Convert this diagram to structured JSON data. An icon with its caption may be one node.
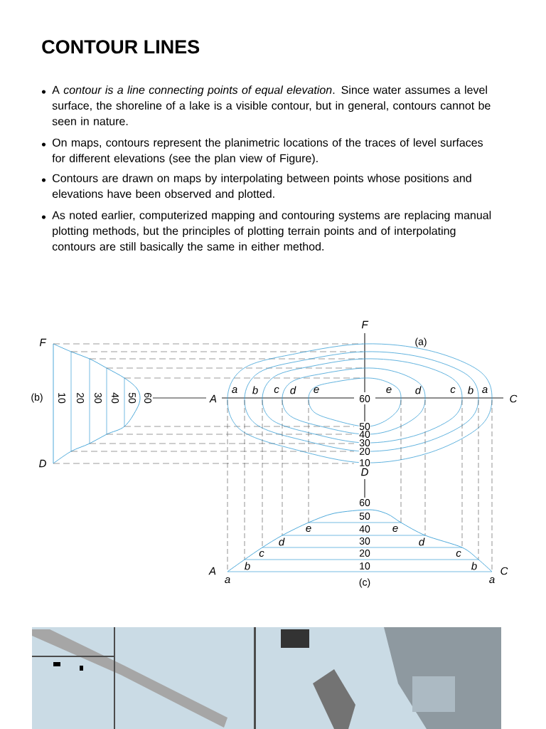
{
  "diagram": {
    "title": "CONTOUR LINES",
    "labels": [
      "A *contour is a line connecting points of equal elevation*. Since water assumes a level surface, the shoreline of a lake is a visible contour, but in general, contours cannot be seen in nature.",
      "On maps, contours represent the planimetric locations of the traces of level surfaces for different elevations (see the plan view of Figure).",
      "Contours are drawn on maps by interpolating between points whose positions and elevations have been observed and plotted.",
      "As noted earlier, computerized mapping and contouring systems are replacing manual plotting methods, but the principles of plotting terrain points and of interpolating contours are still basically the same in either method.",
      "F",
      "F",
      "(a)",
      "(b)",
      "10",
      "20",
      "30",
      "40",
      "50",
      "60",
      "A",
      "a",
      "b",
      "c",
      "d",
      "e",
      "60",
      "e",
      "d",
      "c",
      "b",
      "a",
      "C",
      "50",
      "40",
      "30",
      "20",
      "D",
      "10",
      "D",
      "60",
      "50",
      "40",
      "30",
      "20",
      "10",
      "e",
      "e",
      "d",
      "d",
      "c",
      "c",
      "b",
      "b",
      "A",
      "a",
      "(c)",
      "a",
      "C"
    ]
  }
}
